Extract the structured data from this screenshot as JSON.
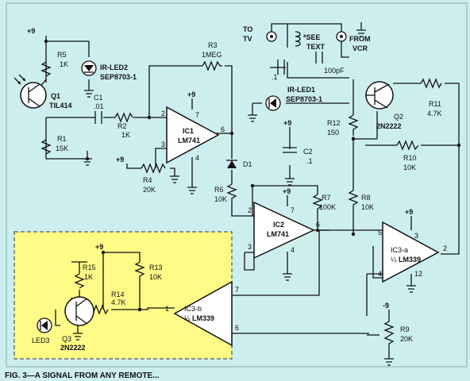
{
  "colors": {
    "background": "#cdeeef",
    "highlight": "#fffb87",
    "highlight_border": "#555555",
    "ink": "#111111"
  },
  "supply": {
    "v9": "+9",
    "v9_neg": "-9"
  },
  "components": {
    "r5": {
      "ref": "R5",
      "value": "1K"
    },
    "r1": {
      "ref": "R1",
      "value": "15K"
    },
    "q1": {
      "ref": "Q1",
      "part": "TIL414"
    },
    "ir_led2": {
      "ref": "IR-LED2",
      "part": "SEP8703-1"
    },
    "c1": {
      "ref": "C1",
      "value": ".01"
    },
    "r2": {
      "ref": "R2",
      "value": "1K"
    },
    "r3": {
      "ref": "R3",
      "value": "1MEG"
    },
    "ic1": {
      "ref": "IC1",
      "part": "LM741"
    },
    "r4": {
      "ref": "R4",
      "value": "20K"
    },
    "d1": {
      "ref": "D1"
    },
    "r6": {
      "ref": "R6",
      "value": "10K"
    },
    "to_tv": {
      "line1": "TO",
      "line2": "TV"
    },
    "from_vcr": {
      "line1": "FROM",
      "line2": "VCR"
    },
    "see_text": {
      "line1": "*SEE",
      "line2": "TEXT"
    },
    "cap_100pf": {
      "value": "100pF"
    },
    "cap_1": {
      "value": ".1"
    },
    "ir_led1": {
      "ref": "IR-LED1",
      "part": "SEP8703-1"
    },
    "r12": {
      "ref": "R12",
      "value": "150"
    },
    "c2": {
      "ref": "C2",
      "value": ".1"
    },
    "q2": {
      "ref": "Q2",
      "part": "2N2222"
    },
    "r11": {
      "ref": "R11",
      "value": "4.7K"
    },
    "r10": {
      "ref": "R10",
      "value": "10K"
    },
    "ic2": {
      "ref": "IC2",
      "part": "LM741"
    },
    "r7": {
      "ref": "R7",
      "value": "100K"
    },
    "r8": {
      "ref": "R8",
      "value": "10K"
    },
    "ic3a": {
      "ref": "IC3-a",
      "frac": "¼",
      "part": "LM339"
    },
    "ic3b": {
      "ref": "IC3-b",
      "frac": "¼",
      "part": "LM339"
    },
    "r15": {
      "ref": "R15",
      "value": "1K"
    },
    "r13": {
      "ref": "R13",
      "value": "10K"
    },
    "r14": {
      "ref": "R14",
      "value": "4.7K"
    },
    "q3": {
      "ref": "Q3",
      "part": "2N2222"
    },
    "led3": {
      "ref": "LED3"
    },
    "r9": {
      "ref": "R9",
      "value": "20K"
    }
  },
  "pins": {
    "ic1": [
      "2",
      "7",
      "6",
      "3",
      "4"
    ],
    "ic2": [
      "2",
      "7",
      "6",
      "3",
      "4"
    ],
    "ic3a": [
      "3",
      "5",
      "2",
      "4",
      "12"
    ],
    "ic3b": [
      "7",
      "1",
      "6"
    ]
  },
  "caption": "FIG. 3—A SIGNAL FROM ANY REMOTE..."
}
